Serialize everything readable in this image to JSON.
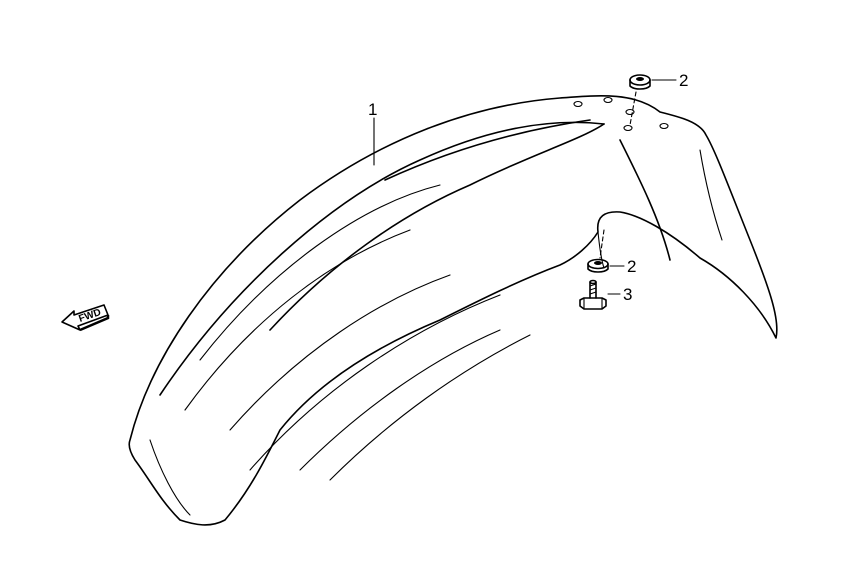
{
  "callouts": {
    "fender": "1",
    "nut_top": "2",
    "nut_bottom": "2",
    "bolt": "3"
  },
  "direction_arrow": {
    "label": "FWD",
    "icon": "forward-arrow-icon"
  }
}
